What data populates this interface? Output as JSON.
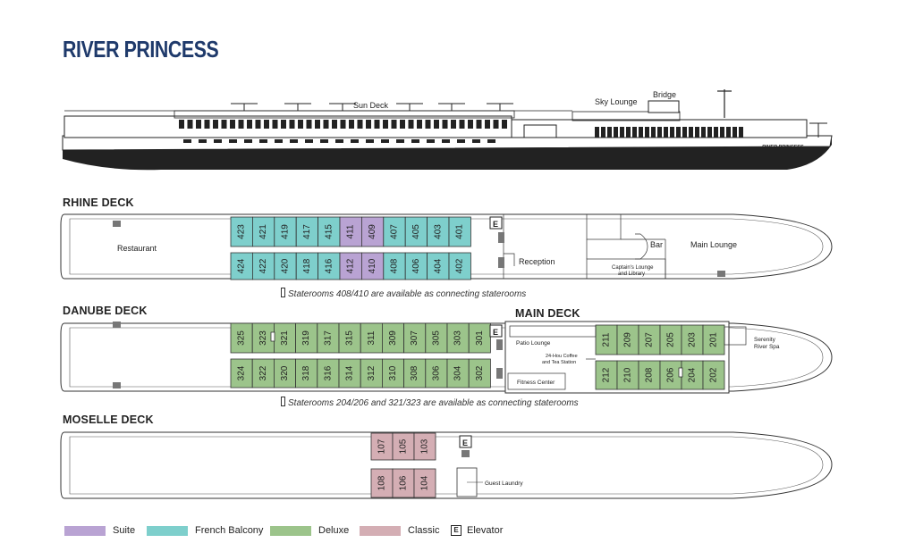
{
  "title": "RIVER PRINCESS",
  "ship_labels": {
    "sun_deck": "Sun Deck",
    "sky_lounge": "Sky Lounge",
    "bridge": "Bridge",
    "hull_name": "RIVER PRINCESS"
  },
  "elevator_symbol": "E",
  "rhine": {
    "label": "RHINE DECK",
    "restaurant": "Restaurant",
    "reception": "Reception",
    "bar": "Bar",
    "main_lounge": "Main Lounge",
    "captains_lounge_line1": "Captain's Lounge",
    "captains_lounge_line2": "and Library",
    "top_row": [
      "423",
      "421",
      "419",
      "417",
      "415",
      "411",
      "409",
      "407",
      "405",
      "403",
      "401"
    ],
    "bottom_row": [
      "424",
      "422",
      "420",
      "418",
      "416",
      "412",
      "410",
      "408",
      "406",
      "404",
      "402"
    ],
    "note": "Staterooms 408/410 are available as connecting staterooms"
  },
  "danube": {
    "label": "DANUBE DECK",
    "top_row": [
      "325",
      "323",
      "321",
      "319",
      "317",
      "315",
      "311",
      "309",
      "307",
      "305",
      "303",
      "301"
    ],
    "bottom_row": [
      "324",
      "322",
      "320",
      "318",
      "316",
      "314",
      "312",
      "310",
      "308",
      "306",
      "304",
      "302"
    ],
    "note": "Staterooms 204/206 and 321/323 are available as connecting staterooms"
  },
  "main": {
    "label": "MAIN DECK",
    "patio_lounge": "Patio Lounge",
    "coffee_line1": "24-Hou Coffee",
    "coffee_line2": "and Tea Station",
    "fitness_center": "Fitness Center",
    "spa_line1": "Serenity",
    "spa_line2": "River Spa",
    "top_row": [
      "211",
      "209",
      "207",
      "205",
      "203",
      "201"
    ],
    "bottom_row": [
      "212",
      "210",
      "208",
      "206",
      "204",
      "202"
    ]
  },
  "moselle": {
    "label": "MOSELLE DECK",
    "top_row": [
      "107",
      "105",
      "103"
    ],
    "bottom_row": [
      "108",
      "106",
      "104"
    ],
    "guest_laundry": "Guest Laundry"
  },
  "legend": [
    {
      "label": "Suite",
      "color": "#b9a3d3"
    },
    {
      "label": "French Balcony",
      "color": "#7ecfcc"
    },
    {
      "label": "Deluxe",
      "color": "#9cc48b"
    },
    {
      "label": "Classic",
      "color": "#d4aeb4"
    },
    {
      "label": "Elevator",
      "color": "#ffffff"
    }
  ],
  "colors": {
    "suite": "#b9a3d3",
    "french_balcony": "#7ecfcc",
    "deluxe": "#9cc48b",
    "classic": "#d4aeb4",
    "title": "#1f3a6b",
    "hull": "#222222"
  }
}
